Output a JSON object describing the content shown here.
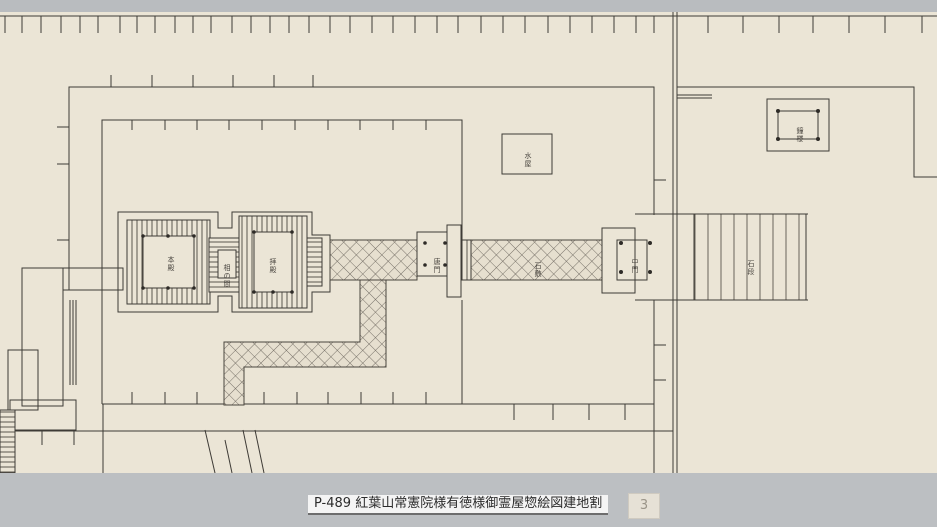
{
  "document": {
    "catalog_id": "P-489",
    "title": "紅葉山常憲院様有徳様御霊屋惣絵図建地割",
    "caption_full": "P-489 紅葉山常憲院様有徳様御霊屋惣絵図建地割",
    "page_number": "3"
  },
  "drawing": {
    "type": "architectural site plan (mausoleum compound)",
    "colors": {
      "paper": "#ebe5d6",
      "ink": "#3e3b36",
      "background": "#b9bcbf"
    },
    "regions": [
      {
        "name": "main-hall-left",
        "label": "本殿"
      },
      {
        "name": "main-hall-right",
        "label": "拝殿"
      },
      {
        "name": "connecting-corridor",
        "label": "相の間"
      },
      {
        "name": "paved-walkway",
        "label": "石敷"
      },
      {
        "name": "gate-inner",
        "label": "唐門"
      },
      {
        "name": "gate-outer",
        "label": "中門"
      },
      {
        "name": "stairs",
        "label": "石段"
      },
      {
        "name": "side-pavilion",
        "label": "水屋"
      },
      {
        "name": "far-right-pavilion",
        "label": "鐘楼"
      }
    ]
  }
}
